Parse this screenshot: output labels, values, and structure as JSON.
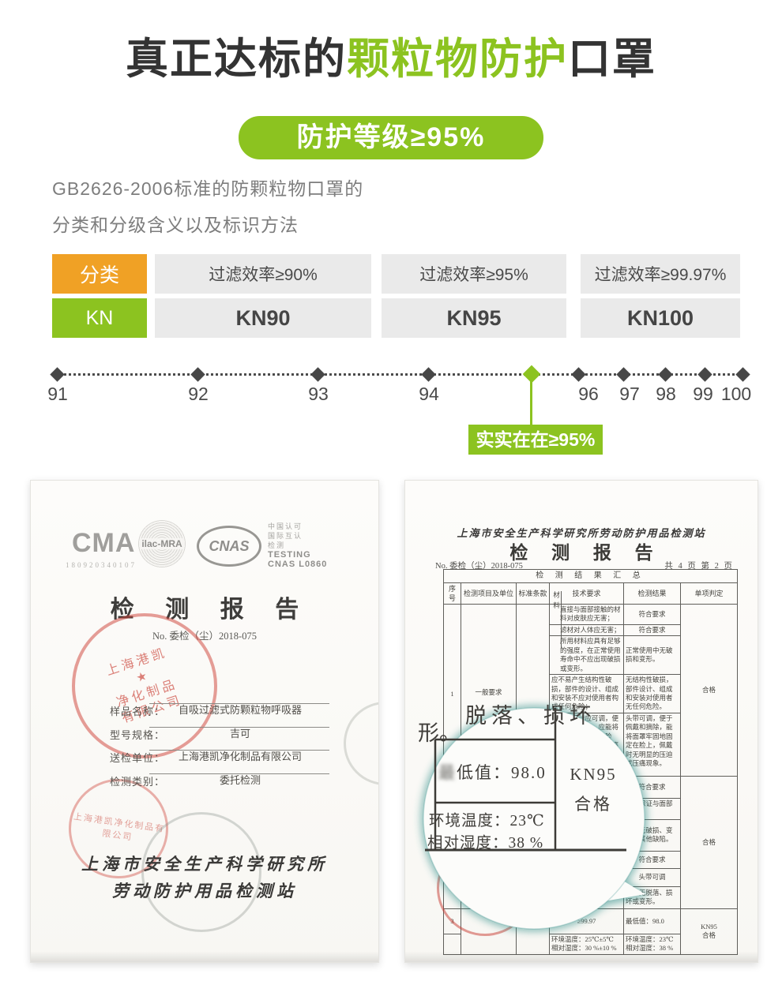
{
  "colors": {
    "green": "#8CC320",
    "orange": "#F0A125",
    "cell_bg": "#EAEAEA",
    "dark_text": "#333333"
  },
  "header": {
    "title_prefix": "真正达标的",
    "title_highlight": "颗粒物防护",
    "title_suffix": "口罩",
    "badge": "防护等级≥95%",
    "intro_line1": "GB2626-2006标准的防颗粒物口罩的",
    "intro_line2": "分类和分级含义以及标识方法"
  },
  "class_table": {
    "row1_head": "分类",
    "row1_cells": [
      "过滤效率≥90%",
      "过滤效率≥95%",
      "过滤效率≥99.97%"
    ],
    "row2_head": "KN",
    "row2_cells": [
      "KN90",
      "KN95",
      "KN100"
    ]
  },
  "scale": {
    "ticks": [
      "91",
      "92",
      "93",
      "94",
      "96",
      "97",
      "98",
      "99",
      "100"
    ],
    "callout": "实实在在≥95%"
  },
  "left_cert": {
    "cma_text": "CMA",
    "cma_number": "180920340107",
    "ilac_text": "ilac-MRA",
    "cnas_text": "CNAS",
    "accred_line1": "中国认可",
    "accred_line2": "国际互认",
    "accred_line3": "检测",
    "accred_line4": "TESTING",
    "accred_line5": "CNAS L0860",
    "title": "检 测 报 告",
    "report_no": "No. 委检（尘）2018-075",
    "stamp_company_l1": "上海港凯",
    "stamp_company_l2": "净化制品",
    "stamp_company_l3": "有限公司",
    "stamp_star": "★",
    "stamp2_company": "上海港凯净化制品有限公司",
    "fields": [
      {
        "label": "样品名称：",
        "value": "自吸过滤式防颗粒物呼吸器"
      },
      {
        "label": "型号规格：",
        "value": "吉可"
      },
      {
        "label": "送检单位：",
        "value": "上海港凯净化制品有限公司"
      },
      {
        "label": "检测类别：",
        "value": "委托检测"
      }
    ],
    "footer_line1": "上海市安全生产科学研究所",
    "footer_line2": "劳动防护用品检测站"
  },
  "right_cert": {
    "org_line": "上海市安全生产科学研究所劳动防护用品检测站",
    "title": "检 测 报 告",
    "report_no": "No. 委检（尘）2018-075",
    "page_info": "共 4 页 第 2 页",
    "summary_title": "检 测 结 果 汇 总",
    "columns": [
      "序号",
      "检测项目及单位",
      "标准条款",
      "技术要求",
      "检测结果",
      "单项判定"
    ],
    "material_label": "材料",
    "rows": {
      "no1": "1",
      "item1": "一般要求",
      "r1_tech": "直接与面部接触的材料对皮肤应无害；",
      "r1_result": "符合要求",
      "r2_tech": "滤材对人体应无害；",
      "r2_result": "符合要求",
      "r3_tech": "所用材料应具有足够的强度，在正常使用寿命中不应出现破损或变形。",
      "r3_result": "正常使用中无破损和变形。",
      "r4_tech": "应不易产生结构性破损，部件的设计、组成和安装不应对使用者构成任何危险；",
      "r4_result": "无结构性破损，部件设计、组成和安装对使用者无任何危险。",
      "r5_tech": "头带的设计应可调，便于佩戴和摘除，应能将面罩牢固地固定在脸上，不应出现明显压痛或压痕。",
      "r5_result": "头带可调，便于佩戴和摘除，能将面罩牢固地固定在脸上，佩戴时无明显的压迫或压痛现象。",
      "verdict1": "合格",
      "r6_result": "符合要求",
      "r7_result": "应能保证与面部密合。",
      "r8_result": "表面无破损、变形和其他缺陷。",
      "r9_result": "符合要求",
      "verdict2": "合格",
      "r10_result": "头带可调",
      "r11_result": "弹性无脱落、损坏或变形。",
      "no3": "3",
      "r12_tech": "≥99.97",
      "r12_result": "最低值：98.0",
      "verdict3": "KN95\n合格",
      "r13_tech": "环境温度：25℃±5℃ 相对湿度：30 %±10 %",
      "r13_result": "环境温度：23℃ 相对湿度：38 %"
    },
    "magnifier": {
      "float_text": "脱落、损坏",
      "float_text2": "形。",
      "min_prefix": "最",
      "min_rest": "低值：98.0",
      "kn": "KN95",
      "pass": "合格",
      "temp": "环境温度：23℃",
      "humidity": "相对湿度：38 %"
    }
  }
}
